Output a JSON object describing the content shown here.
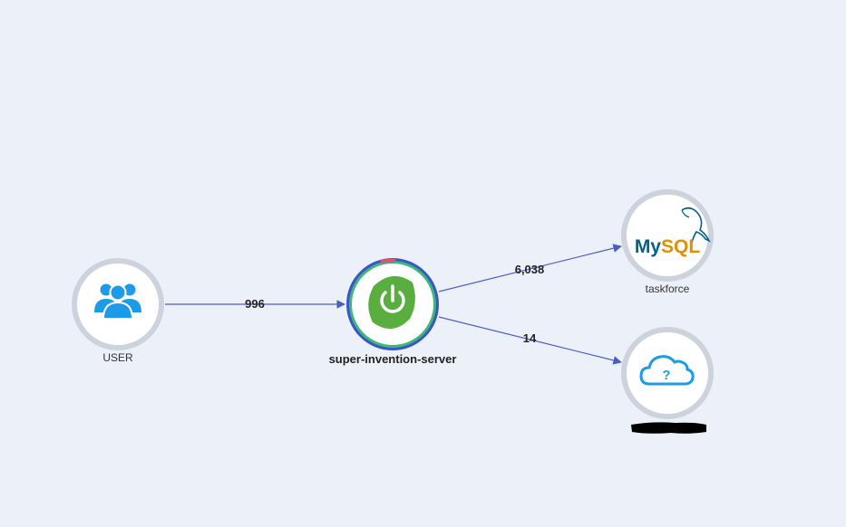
{
  "colors": {
    "background": "#ecf0f8",
    "edge": "#4a5cc8",
    "node_ring": "#cdd3dd",
    "node_fill": "#ffffff",
    "user_icon": "#1e9be8",
    "spring_green": "#5aae3f",
    "server_ring_outer": "#3a55c9",
    "server_ring_green": "#3cb878",
    "server_ring_red": "#e0507a",
    "mysql_blue": "#00618a",
    "mysql_orange": "#e48e00",
    "cloud_blue": "#1e9be8",
    "redaction": "#000000"
  },
  "nodes": {
    "user": {
      "label": "USER",
      "icon": "users-icon"
    },
    "server": {
      "label": "super-invention-server",
      "icon": "spring-power-icon"
    },
    "mysql": {
      "label": "taskforce",
      "icon": "mysql-logo-icon",
      "logo_text": "MySQL"
    },
    "unknown": {
      "label": "",
      "icon": "cloud-question-icon"
    }
  },
  "edges": {
    "user_server": {
      "label": "996"
    },
    "server_mysql": {
      "label": "6,038"
    },
    "server_unknown": {
      "label": "14"
    }
  }
}
